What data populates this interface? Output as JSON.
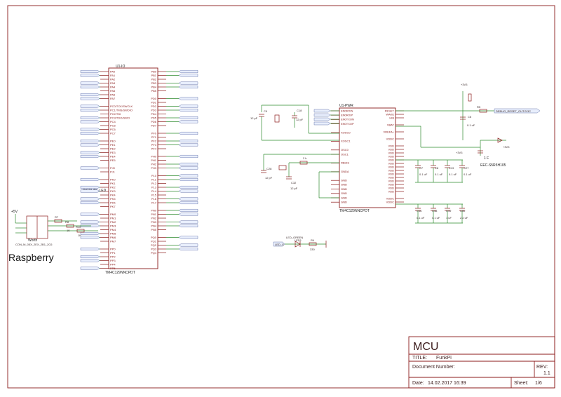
{
  "left_ic": {
    "ref": "U1-IO",
    "part": "TM4C129NNCPDT",
    "ports_left": [
      "PA0",
      "PA1",
      "PA2",
      "PA3",
      "PA4",
      "PA5",
      "PA6",
      "PA7",
      "",
      "PC0/TCK/SWCLK",
      "PC1/TMS/SWDIO",
      "PC2/TDI",
      "PC3/TDO/SWO",
      "PC4",
      "PC5",
      "PC6",
      "PC7",
      "",
      "PE0",
      "PE1",
      "PE2",
      "PE3",
      "PE4",
      "PE5",
      "",
      "PJ0",
      "PJ1",
      "",
      "PK0",
      "PK1",
      "PK2",
      "PK3",
      "PK4",
      "PK5",
      "PK6",
      "PK7",
      "",
      "PM0",
      "PM1",
      "PM2",
      "PM3",
      "PM4",
      "PM5",
      "PM6",
      "PM7",
      "",
      "PP0",
      "PP1",
      "PP2",
      "PP3",
      "PP4",
      "PP5"
    ],
    "ports_right": [
      "PB0",
      "PB1",
      "PB2",
      "PB3",
      "PB4",
      "PB5",
      "",
      "PD0",
      "PD1",
      "PD2",
      "PD3",
      "PD4",
      "PD5",
      "PD6",
      "PD7",
      "",
      "PF0",
      "PF1",
      "PF2",
      "PF3",
      "PF4",
      "",
      "PH0",
      "PH1",
      "PH2",
      "PH3",
      "",
      "PL0",
      "PL1",
      "PL2",
      "PL3",
      "PL4",
      "PL5",
      "PL6",
      "PL7",
      "",
      "PN0",
      "PN1",
      "PN2",
      "PN3",
      "PN4",
      "PN5",
      "",
      "PQ0",
      "PQ1",
      "PQ2",
      "PQ3",
      "PQ4"
    ],
    "display_led_label": "DISPLAY_LED"
  },
  "right_ic": {
    "ref": "U1-PWR",
    "part": "TM4C129NNCPDT",
    "ports_left": [
      "EN0RXIN",
      "EN0RXIP",
      "EN0TXON",
      "EN0TXOP",
      "",
      "XOSC0",
      "",
      "XOSC1",
      "",
      "OSC0",
      "OSC1",
      "",
      "RBIAS",
      "",
      "GNDA",
      "",
      "GND",
      "GND",
      "GND",
      "GND",
      "GND",
      "GND"
    ],
    "ports_right": [
      "RESET",
      "WAKE",
      "HIB",
      "",
      "VBAT",
      "",
      "VREFA+",
      "",
      "VDDC",
      "",
      "VDD",
      "VDD",
      "VDD",
      "VDD",
      "VDD",
      "VDD",
      "VDD",
      "VDD",
      "VDD",
      "VDD",
      "VDD",
      "VDD",
      "VDD",
      "VDD",
      "",
      "VDDC",
      "VDDC"
    ]
  },
  "components": {
    "c9": "C9",
    "c9_val": "12 pF",
    "c18": "C18",
    "c18_val": "12 pF",
    "c28": "C28",
    "c28_val": "12 pF",
    "c32": "C32",
    "c32_val": "12 pF",
    "r_osc": "2 k",
    "c6": "C6",
    "c6_val": "0.1 uF",
    "r5": "R5",
    "r5_val": "1 k",
    "c7": "C7",
    "c8": "C8",
    "c19": "C19",
    "c27": "C27",
    "c46": "C46",
    "c48": "C48",
    "c49": "C49",
    "c50": "C50",
    "cap_01": "0.1 uF",
    "cap_1": "1 uF",
    "cap_22": "2.2 uF",
    "supercap": "1 F",
    "supercap_part": "EEC-S5R5H105",
    "r7": "R7",
    "r8": "R8",
    "r10": "R10",
    "r_1k": "1K",
    "led": "LED1",
    "led_name": "LED_GREEN",
    "r4": "R4",
    "r4_val": "330",
    "v33": "+3V3",
    "v5": "+5V",
    "osc_lbl": "OSC0"
  },
  "nets": {
    "debug_reset": "DEBUG_RESET_OUT/3.3C",
    "led_flag": "LED_G",
    "rpi_header": "Worth",
    "rpi_sub": "CON_M_05X_2EX_2B1_2C6"
  },
  "raspberry_label": "Raspberry",
  "title_block": {
    "sheet_name": "MCU",
    "title_label": "TITLE:",
    "title_value": "FunkPi",
    "doc_label": "Document Number:",
    "rev_label": "REV:",
    "rev_value": "1.1",
    "date_label": "Date:",
    "date_value": "14.02.2017 16:39",
    "sheet_label": "Sheet:",
    "sheet_value": "1/6"
  },
  "colors": {
    "frame": "#8b1a1a",
    "wire": "#2e8b2e",
    "flag": "#e8eefc"
  }
}
